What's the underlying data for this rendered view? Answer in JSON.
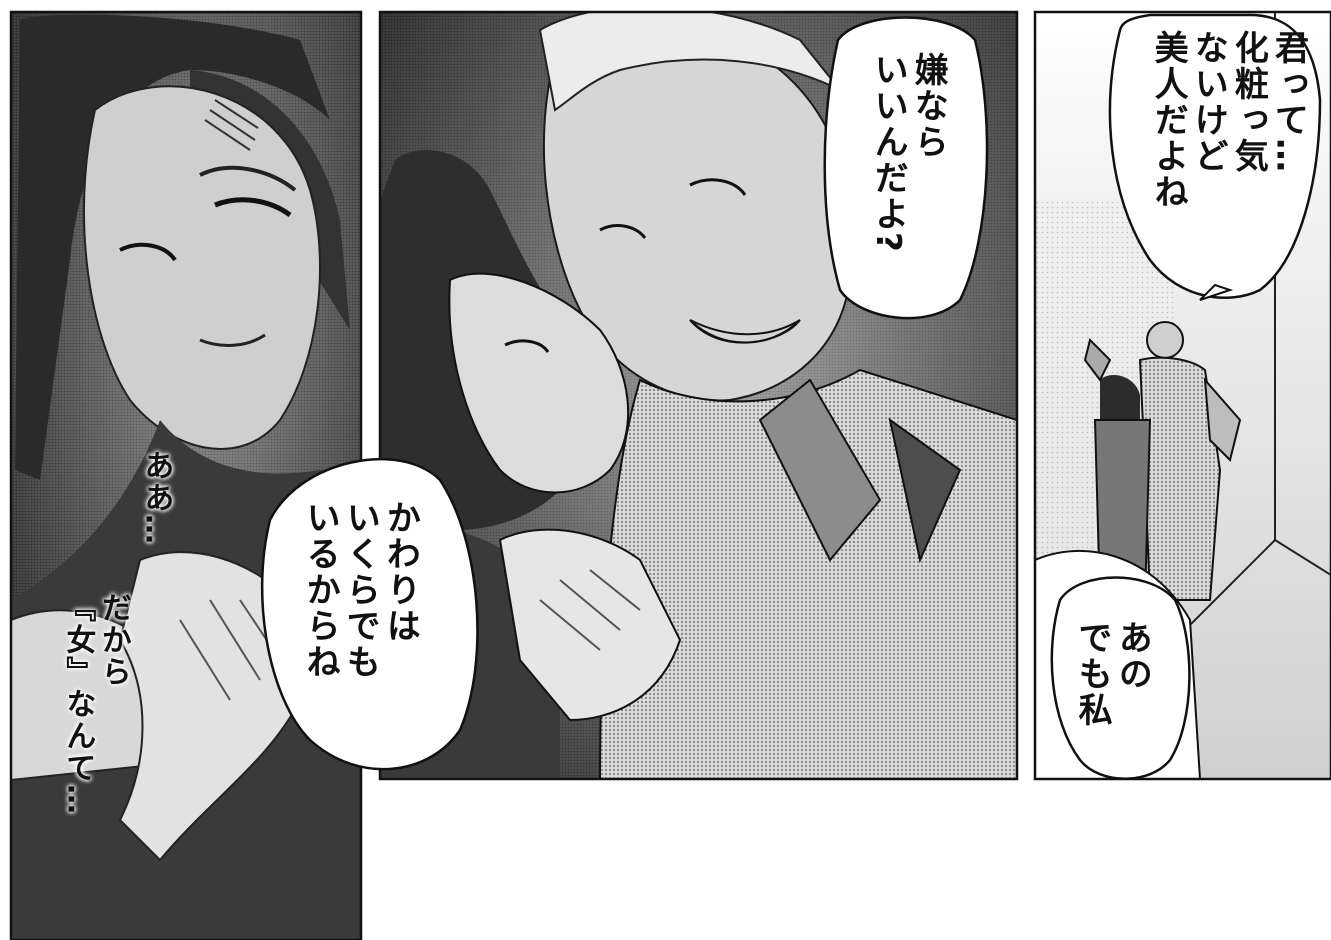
{
  "panels": [
    {
      "id": "left",
      "narration": [
        "ああ…",
        "だから",
        "『女』なんて…"
      ]
    },
    {
      "id": "middle",
      "bubbles": [
        {
          "lines": [
            "嫌なら",
            "いいんだよ?"
          ]
        },
        {
          "lines": [
            "かわりは",
            "いくらでも",
            "いるからね"
          ]
        }
      ]
    },
    {
      "id": "right",
      "bubbles": [
        {
          "lines": [
            "君って…",
            "化粧っ気",
            "ないけど",
            "美人だよね"
          ]
        },
        {
          "lines": [
            "あの",
            "でも私"
          ]
        }
      ]
    }
  ],
  "text": {
    "left_narr_1": "ああ…",
    "left_narr_2": "だから\n『女』なんて…",
    "mid_bubble_1": "嫌なら\nいいんだよ?",
    "mid_bubble_2": "かわりは\nいくらでも\nいるからね",
    "right_bubble_1": "君って…\n化粧っ気\nないけど\n美人だよね",
    "right_bubble_2": "あの\nでも私"
  }
}
